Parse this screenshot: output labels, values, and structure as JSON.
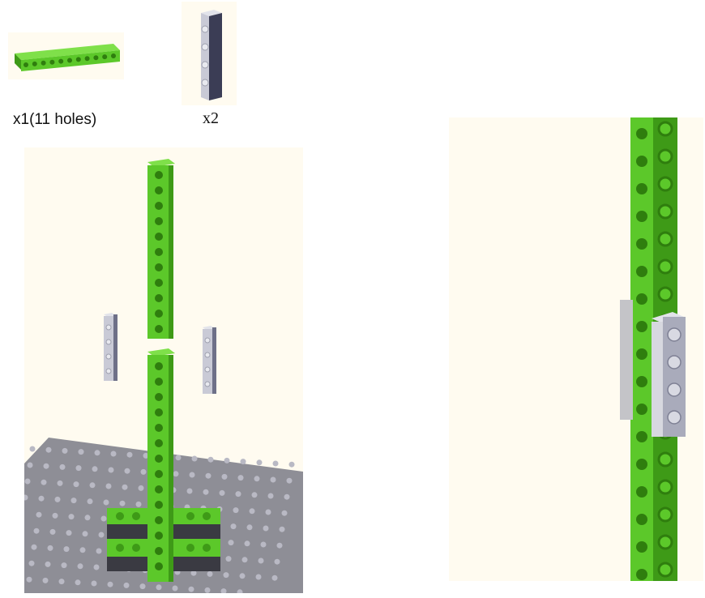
{
  "parts": [
    {
      "name": "green-technic-beam",
      "label": "x1(11 holes)",
      "color": "#5cc82a"
    },
    {
      "name": "light-gray-plate-1x4",
      "label": "x2",
      "color": "#c9cad6"
    }
  ],
  "colors": {
    "beam_green": "#5cc82a",
    "beam_green_dark": "#3e9a17",
    "plate_gray": "#c9cad6",
    "plate_gray_dark": "#9ea0ae",
    "baseplate": "#8b8b93",
    "dark_brick": "#3a3a42",
    "panel_bg": "#fffbf0"
  }
}
